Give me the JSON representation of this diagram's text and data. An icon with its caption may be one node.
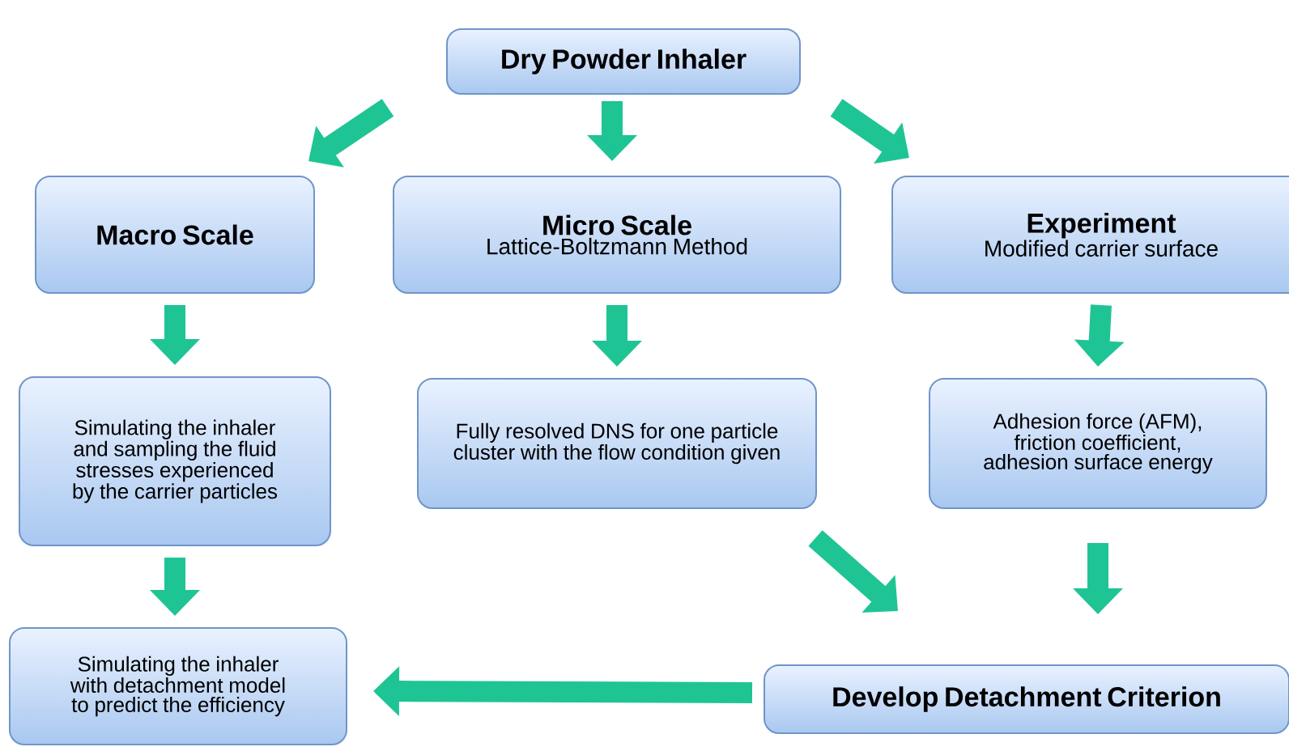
{
  "diagram": {
    "nodes": [
      {
        "text": [
          "Dry Powder Inhaler"
        ]
      },
      {
        "text": [
          "Macro Scale"
        ]
      },
      {
        "text": [
          "Micro Scale",
          "Lattice-Boltzmann Method"
        ]
      },
      {
        "text": [
          "Experiment",
          "Modified carrier surface"
        ]
      },
      {
        "text": [
          "Simulating the inhaler and sampling the fluid stresses experienced by the carrier particles"
        ]
      },
      {
        "text": [
          "Fully resolved DNS for one particle cluster with the flow condition given"
        ]
      },
      {
        "text": [
          "Adhesion force (AFM), friction coefficient, adhesion surface energy"
        ]
      },
      {
        "text": [
          "Simulating the inhaler with detachment model to predict the efficiency"
        ]
      },
      {
        "text": [
          "Develop Detachment Criterion"
        ]
      }
    ],
    "edges": [
      {
        "from": 0,
        "to": 1,
        "arrow": "to"
      },
      {
        "from": 0,
        "to": 2,
        "arrow": "to"
      },
      {
        "from": 0,
        "to": 3,
        "arrow": "to"
      },
      {
        "from": 1,
        "to": 4,
        "arrow": "to"
      },
      {
        "from": 2,
        "to": 5,
        "arrow": "to"
      },
      {
        "from": 3,
        "to": 6,
        "arrow": "to"
      },
      {
        "from": 4,
        "to": 7,
        "arrow": "to"
      },
      {
        "from": 5,
        "to": 8,
        "arrow": "to"
      },
      {
        "from": 6,
        "to": 8,
        "arrow": "to"
      },
      {
        "from": 8,
        "to": 7,
        "arrow": "to"
      }
    ]
  }
}
